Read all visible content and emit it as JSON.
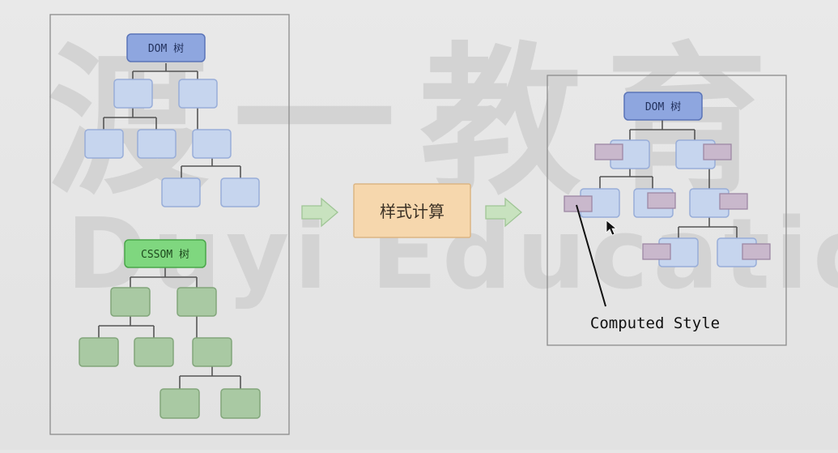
{
  "watermark": {
    "brand_zh": "渡一教育",
    "brand_en": "Duyi Education"
  },
  "left_panel": {
    "dom_tree": {
      "root_label": "DOM 树"
    },
    "cssom_tree": {
      "root_label": "CSSOM 树"
    }
  },
  "middle": {
    "process_label": "样式计算"
  },
  "right_panel": {
    "dom_tree": {
      "root_label": "DOM 树"
    },
    "annotation": "Computed Style"
  },
  "colors": {
    "background": "#e6e6e6",
    "panel_border": "#8c8c8c",
    "dom_root_fill": "#8ea6df",
    "dom_root_stroke": "#5a74b8",
    "dom_node_fill": "#c6d5ee",
    "dom_node_stroke": "#98add8",
    "cssom_root_fill": "#7fd77f",
    "cssom_root_stroke": "#4aa64a",
    "cssom_node_fill": "#a9c9a3",
    "cssom_node_stroke": "#82a67b",
    "process_fill": "#f6d7ad",
    "process_stroke": "#dcb583",
    "arrow_fill": "#c8e2bf",
    "arrow_stroke": "#9fc595",
    "style_fill": "#c9b8cc",
    "style_stroke": "#9d88a3"
  }
}
